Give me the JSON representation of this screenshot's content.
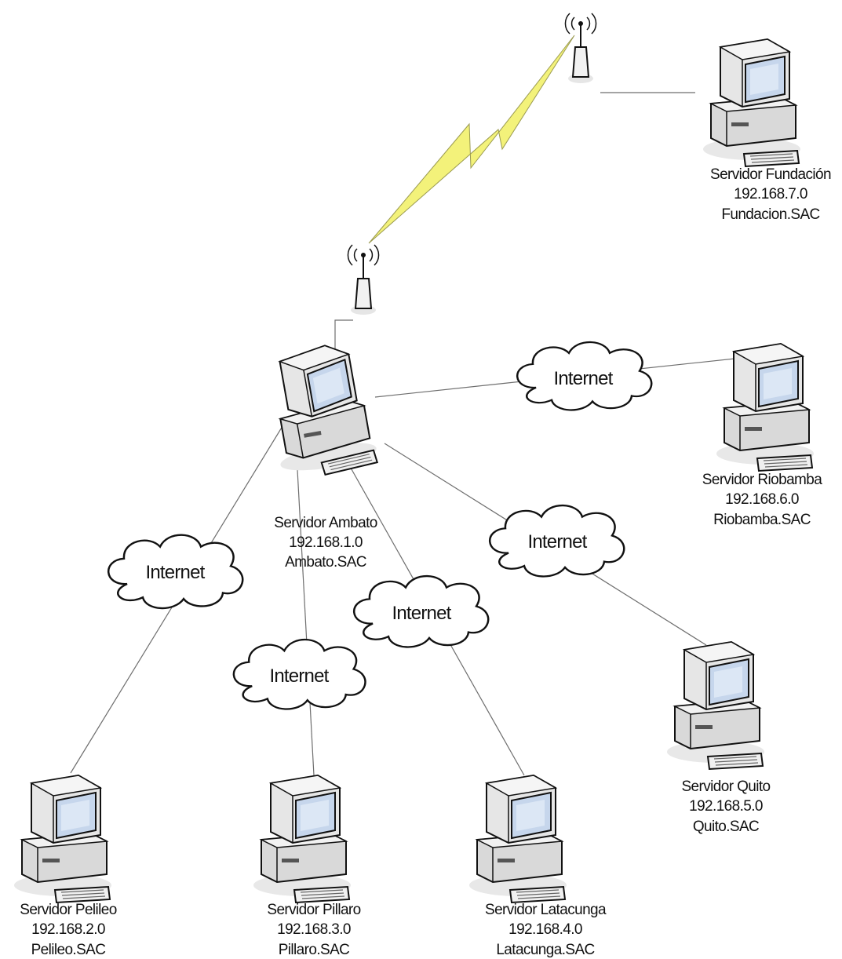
{
  "diagram": {
    "servers": {
      "ambato": {
        "name": "Servidor Ambato",
        "ip": "192.168.1.0",
        "domain": "Ambato.SAC"
      },
      "fundacion": {
        "name": "Servidor Fundación",
        "ip": "192.168.7.0",
        "domain": "Fundacion.SAC"
      },
      "riobamba": {
        "name": "Servidor Riobamba",
        "ip": "192.168.6.0",
        "domain": "Riobamba.SAC"
      },
      "quito": {
        "name": "Servidor Quito",
        "ip": "192.168.5.0",
        "domain": "Quito.SAC"
      },
      "pelileo": {
        "name": "Servidor Pelileo",
        "ip": "192.168.2.0",
        "domain": "Pelileo.SAC"
      },
      "pillaro": {
        "name": "Servidor Pillaro",
        "ip": "192.168.3.0",
        "domain": "Pillaro.SAC"
      },
      "latacunga": {
        "name": "Servidor Latacunga",
        "ip": "192.168.4.0",
        "domain": "Latacunga.SAC"
      }
    },
    "clouds": {
      "riobamba": "Internet",
      "quito": "Internet",
      "latacunga": "Internet",
      "pillaro": "Internet",
      "pelileo": "Internet"
    },
    "colors": {
      "link": "#6e6e6e",
      "wireless_bolt": "#f3f27a",
      "computer_body": "#e4e4e4",
      "screen": "#c6d6ec",
      "outline": "#111111"
    }
  }
}
